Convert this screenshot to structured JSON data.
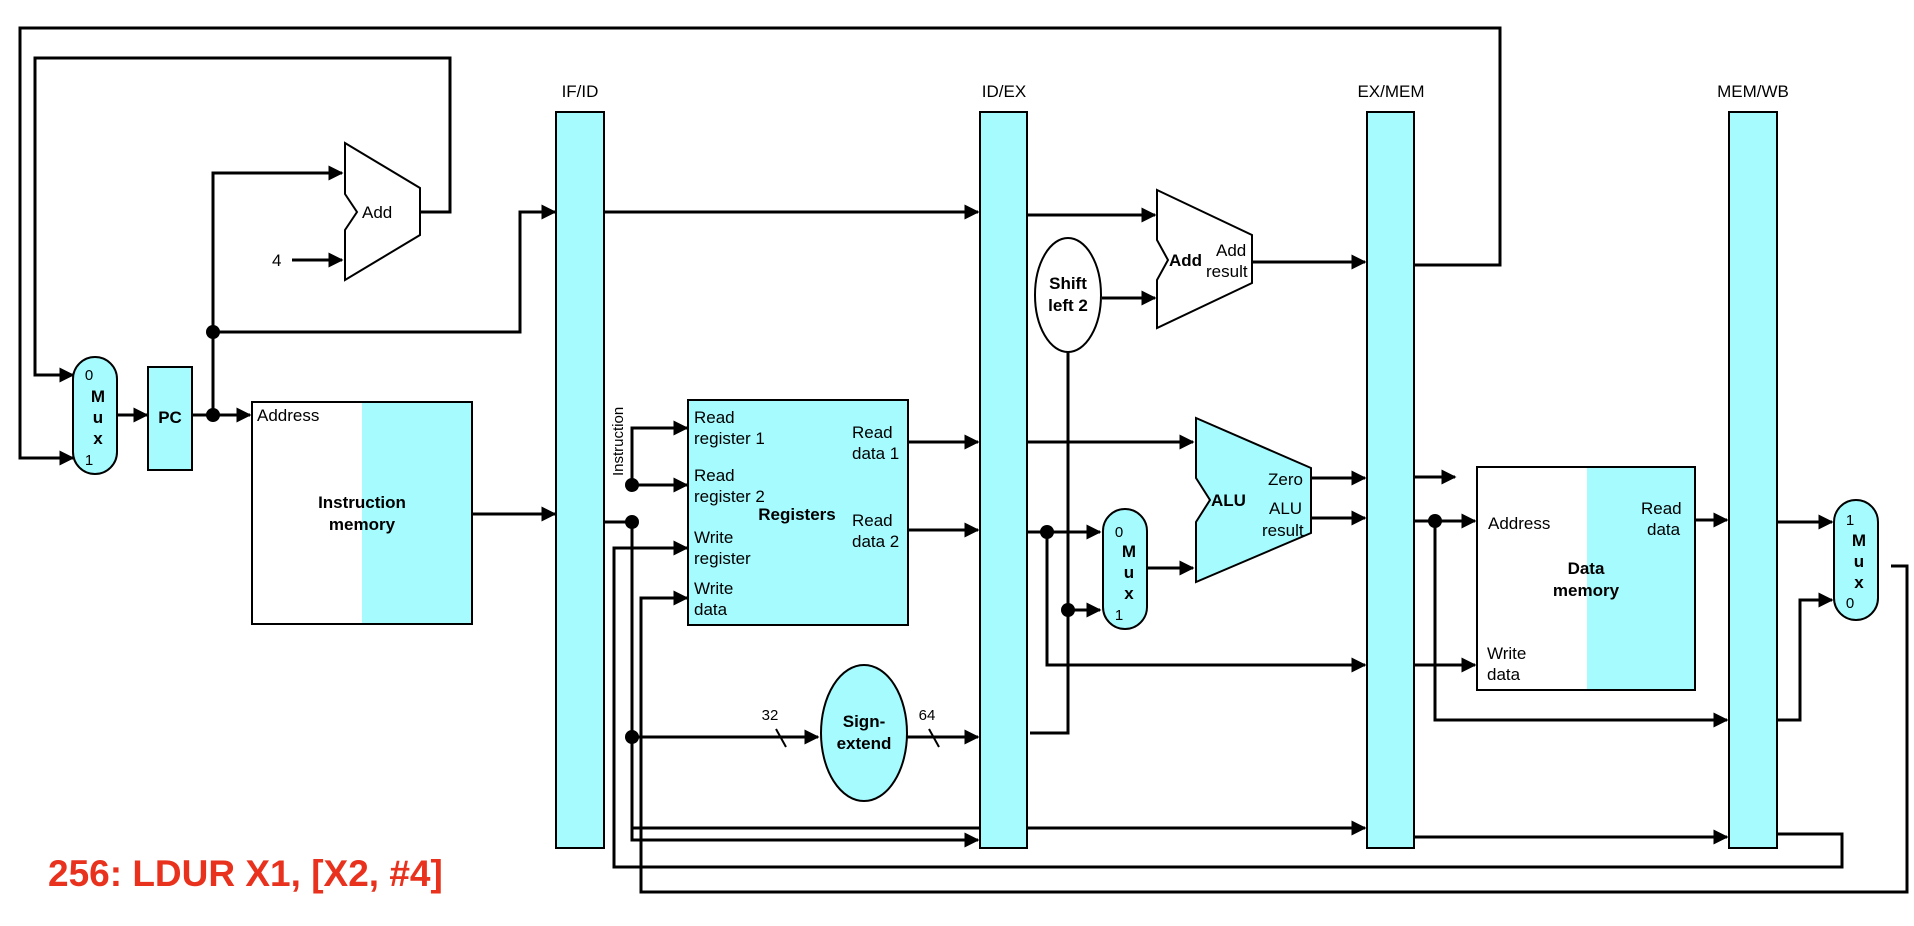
{
  "caption": "256: LDUR X1, [X2, #4]",
  "pipeline_registers": [
    "IF/ID",
    "ID/EX",
    "EX/MEM",
    "MEM/WB"
  ],
  "units": {
    "pc": "PC",
    "pc_adder": "Add",
    "const_four": "4",
    "branch_adder": "Add",
    "branch_adder_out": [
      "Add",
      "result"
    ],
    "shift": [
      "Shift",
      "left 2"
    ],
    "instruction_memory": [
      "Instruction",
      "memory"
    ],
    "instruction_memory_port": "Address",
    "instruction_label": "Instruction",
    "registers": "Registers",
    "registers_ports": {
      "read_register_1": [
        "Read",
        "register 1"
      ],
      "read_register_2": [
        "Read",
        "register 2"
      ],
      "write_register": [
        "Write",
        "register"
      ],
      "write_data": [
        "Write",
        "data"
      ],
      "read_data_1": [
        "Read",
        "data 1"
      ],
      "read_data_2": [
        "Read",
        "data 2"
      ]
    },
    "sign_extend": [
      "Sign-",
      "extend"
    ],
    "width_in": "32",
    "width_out": "64",
    "alu": "ALU",
    "alu_zero": "Zero",
    "alu_result": [
      "ALU",
      "result"
    ],
    "data_memory": [
      "Data",
      "memory"
    ],
    "data_memory_ports": {
      "address": "Address",
      "read_data": [
        "Read",
        "data"
      ],
      "write_data": [
        "Write",
        "data"
      ]
    }
  },
  "muxes": {
    "pc_mux": {
      "top": "0",
      "letters": [
        "M",
        "u",
        "x"
      ],
      "bottom": "1"
    },
    "alu_mux": {
      "top": "0",
      "letters": [
        "M",
        "u",
        "x"
      ],
      "bottom": "1"
    },
    "wb_mux": {
      "top": "1",
      "letters": [
        "M",
        "u",
        "x"
      ],
      "bottom": "0"
    }
  },
  "colors": {
    "unit_fill": "#a6fbff",
    "wire": "#000000",
    "caption": "#e8321e"
  }
}
